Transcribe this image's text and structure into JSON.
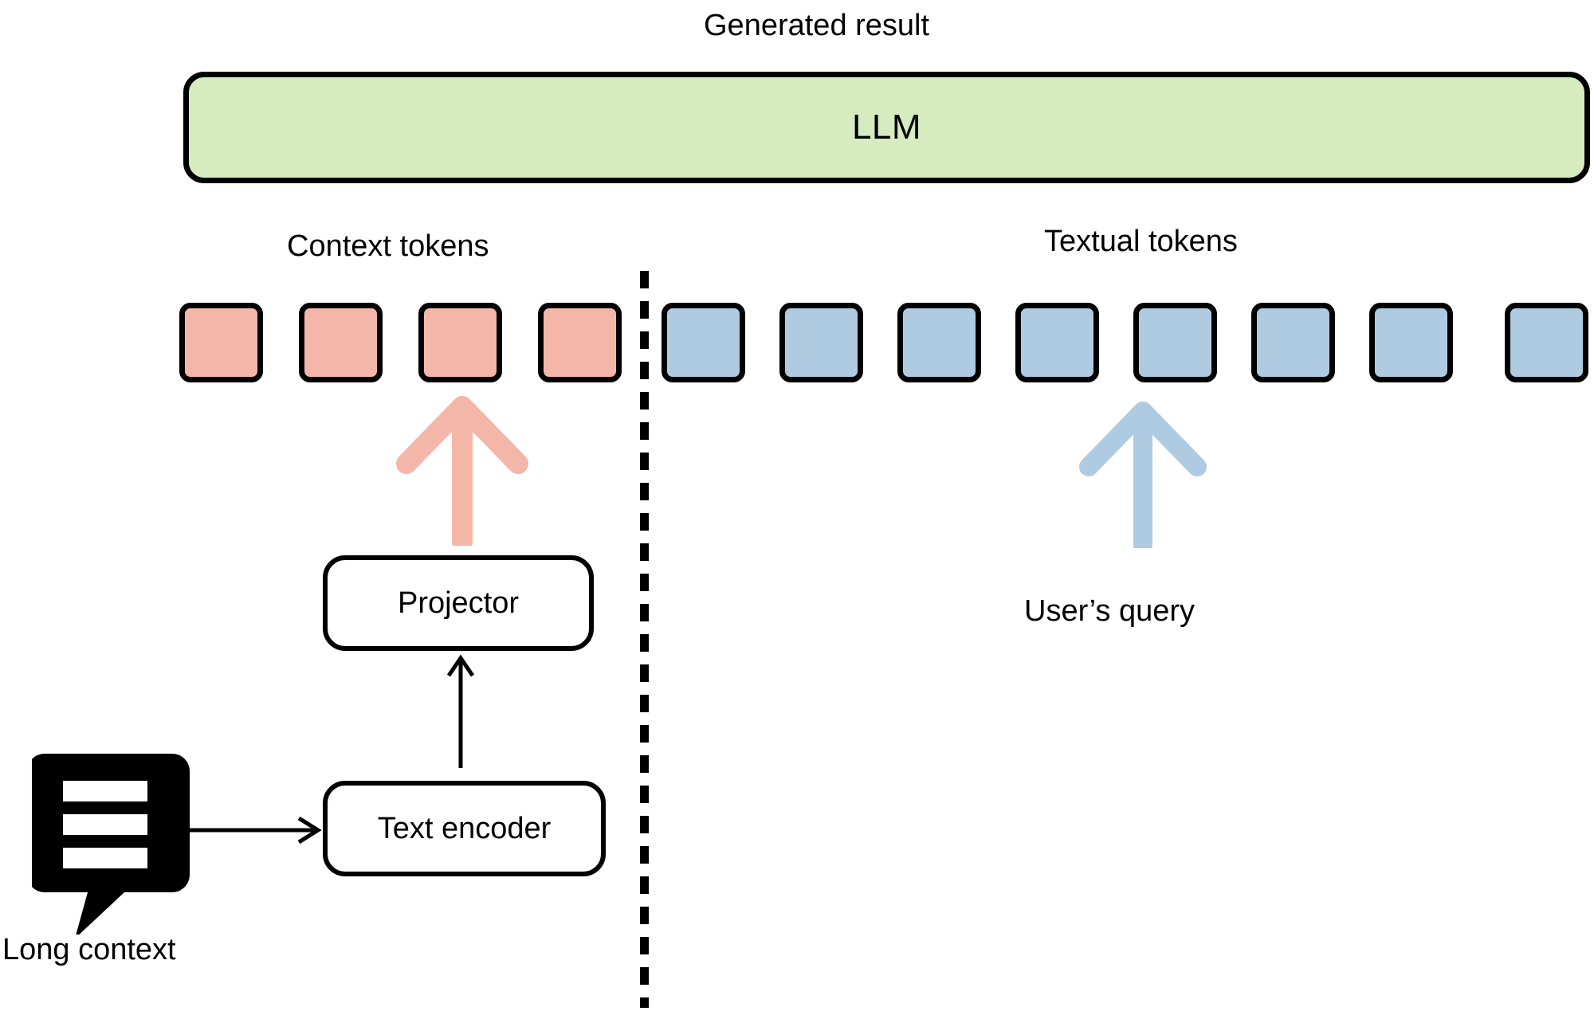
{
  "diagram": {
    "title_top": "Generated result",
    "model_box": {
      "label": "LLM",
      "fill_color": "#d7ebc0",
      "border_color": "#000000"
    },
    "sections": {
      "left": {
        "tokens_label": "Context tokens",
        "token_color": "#f5b6aa",
        "token_count": 4,
        "arrow_color": "#f5b6aa",
        "projector_label": "Projector",
        "encoder_label": "Text encoder",
        "source_label": "Long context",
        "source_icon": "speech-bubble-lines-icon"
      },
      "right": {
        "tokens_label": "Textual tokens",
        "token_color": "#aecbe1",
        "token_count": 8,
        "arrow_color": "#aecbe1",
        "query_label": "User’s query"
      }
    },
    "divider": {
      "style": "dashed-vertical",
      "color": "#000000"
    }
  }
}
